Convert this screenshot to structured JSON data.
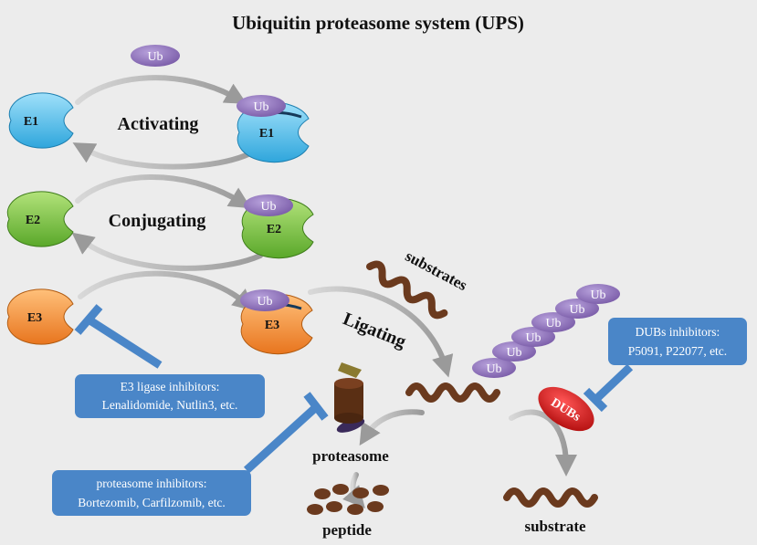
{
  "title": "Ubiquitin proteasome system (UPS)",
  "steps": {
    "activating": "Activating",
    "conjugating": "Conjugating",
    "ligating": "Ligating"
  },
  "enzymes": {
    "e1": "E1",
    "e2": "E2",
    "e3": "E3"
  },
  "ub": "Ub",
  "dubs": "DUBs",
  "labels": {
    "substrates": "substrates",
    "proteasome": "proteasome",
    "peptide": "peptide",
    "substrate": "substrate"
  },
  "inhibitors": {
    "e3": {
      "line1": "E3 ligase inhibitors:",
      "line2": "Lenalidomide, Nutlin3, etc."
    },
    "proteasome": {
      "line1": "proteasome inhibitors:",
      "line2": "Bortezomib, Carfilzomib, etc."
    },
    "dubs": {
      "line1": "DUBs inhibitors:",
      "line2": "P5091, P22077, etc."
    }
  },
  "colors": {
    "e1": "#5bc0eb",
    "e2": "#7cc242",
    "e3": "#f28c38",
    "ub": "#8b6fb5",
    "dubs": "#d42020",
    "inhibitor_box": "#4a86c8",
    "substrate": "#6b3a1e",
    "arrow": "#a8a8a8"
  }
}
